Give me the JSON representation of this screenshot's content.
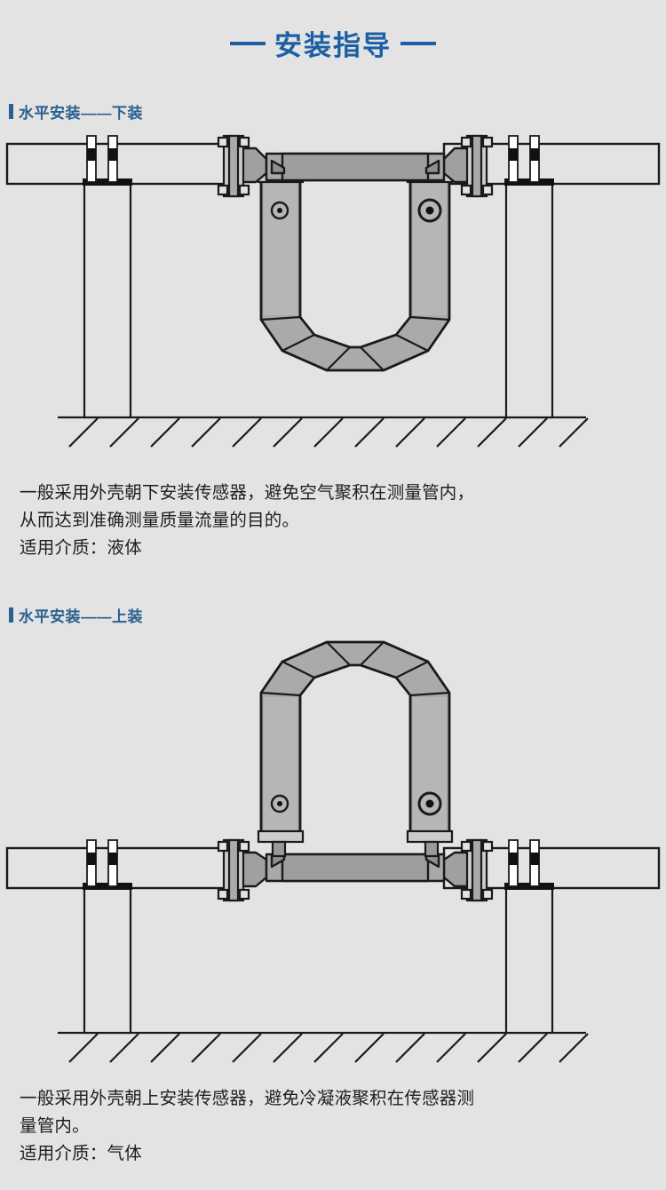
{
  "title": {
    "text": "安装指导",
    "color": "#1c5fa3"
  },
  "sections": [
    {
      "header": "水平安装——下装",
      "header_color": "#2a5f8f",
      "diagram": "horizontal-install-housing-down",
      "paragraphs": [
        "一般采用外壳朝下安装传感器，避免空气聚积在测量管内，",
        "从而达到准确测量质量流量的目的。",
        "适用介质：液体"
      ]
    },
    {
      "header": "水平安装——上装",
      "header_color": "#2a5f8f",
      "diagram": "horizontal-install-housing-up",
      "paragraphs": [
        "一般采用外壳朝上安装传感器，避免冷凝液聚积在传感器测",
        "量管内。",
        "适用介质：气体"
      ]
    }
  ],
  "diagram_colors": {
    "background": "#e3e3e3",
    "pipe_fill": "#e3e3e3",
    "sensor_body_fill": "#aaaaaa",
    "sensor_light_fill": "#b8b8b8",
    "sensor_dark_fill": "#9a9a9a",
    "outline": "#1a1a1a",
    "ground_line": "#1a1a1a"
  }
}
